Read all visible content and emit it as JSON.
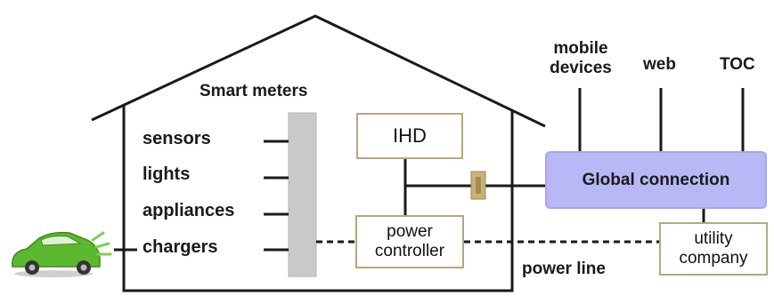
{
  "labels": {
    "smart_meters": "Smart meters",
    "sensors": "sensors",
    "lights": "lights",
    "appliances": "appliances",
    "chargers": "chargers",
    "ihd": "IHD",
    "power_controller_line1": "power",
    "power_controller_line2": "controller",
    "global_connection": "Global connection",
    "mobile_line1": "mobile",
    "mobile_line2": "devices",
    "web": "web",
    "toc": "TOC",
    "utility_line1": "utility",
    "utility_line2": "company",
    "power_line": "power line"
  },
  "colors": {
    "meter_bar": "#c9c9c9",
    "global_connection_fill": "#b9b8f7",
    "box_border": "#b8a77c",
    "car_body": "#5cb82e",
    "connector": "#c9b27a"
  },
  "icons": {
    "car": "electric-car-icon"
  }
}
